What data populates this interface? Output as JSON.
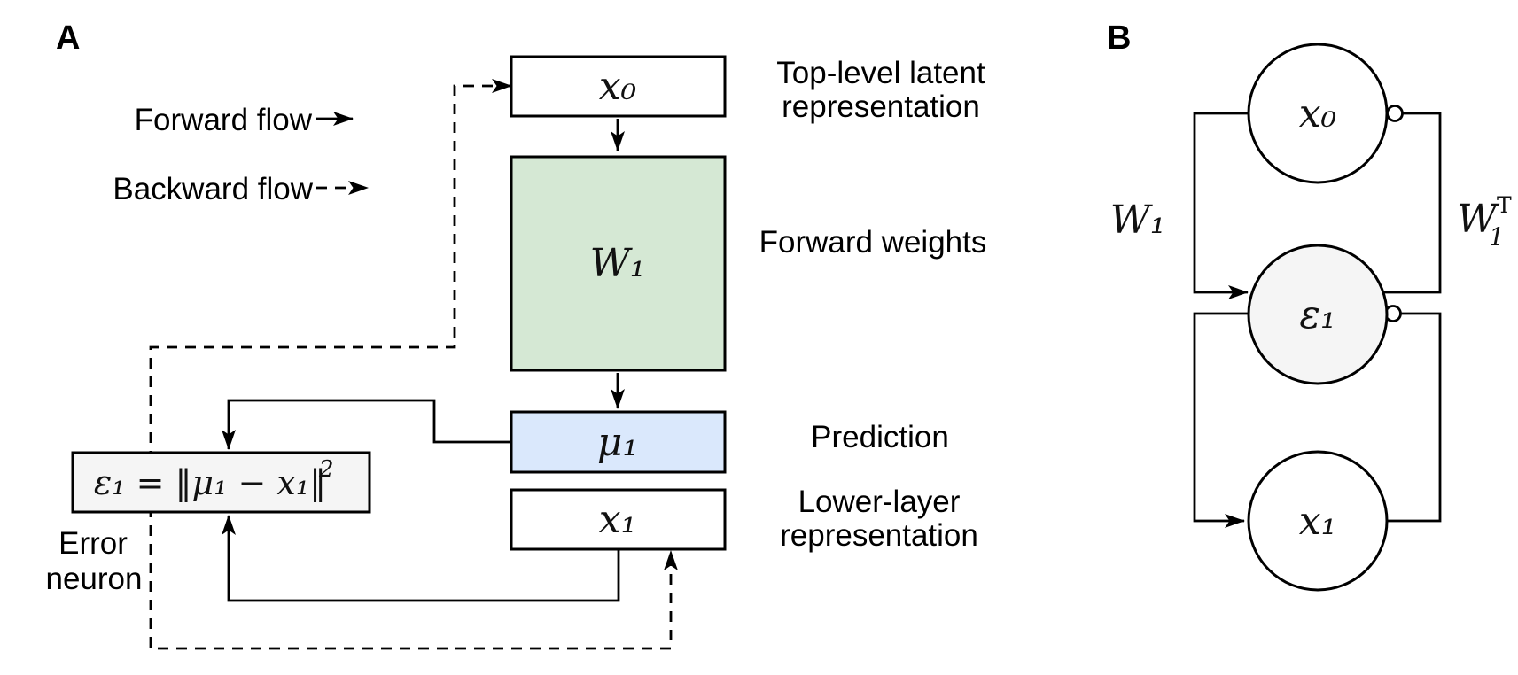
{
  "figure": {
    "panelA": {
      "label": "A",
      "legend": {
        "forward_label": "Forward flow",
        "backward_label": "Backward flow"
      },
      "boxes": {
        "x0": {
          "label": "x₀"
        },
        "w1": {
          "label": "W₁"
        },
        "mu1": {
          "label": "μ₁"
        },
        "x1": {
          "label": "x₁"
        },
        "error": {
          "formula": "ε₁ = ‖μ₁ − x₁‖",
          "formula_exponent": "2"
        }
      },
      "annotations": {
        "x0_line1": "Top-level latent",
        "x0_line2": "representation",
        "w1": "Forward weights",
        "mu1": "Prediction",
        "x1_line1": "Lower-layer",
        "x1_line2": "representation",
        "error_line1": "Error",
        "error_line2": "neuron"
      }
    },
    "panelB": {
      "label": "B",
      "neurons": {
        "x0": "x₀",
        "eps1": "ε₁",
        "x1": "x₁"
      },
      "weights": {
        "forward": "W₁",
        "backward_base": "W",
        "backward_sub": "1",
        "backward_sup": "T"
      }
    },
    "colors": {
      "forward_weights_fill": "#d5e8d4",
      "prediction_fill": "#dae8fc",
      "error_fill": "#f5f5f5",
      "node_fill": "#ffffff",
      "stroke": "#000000"
    }
  }
}
